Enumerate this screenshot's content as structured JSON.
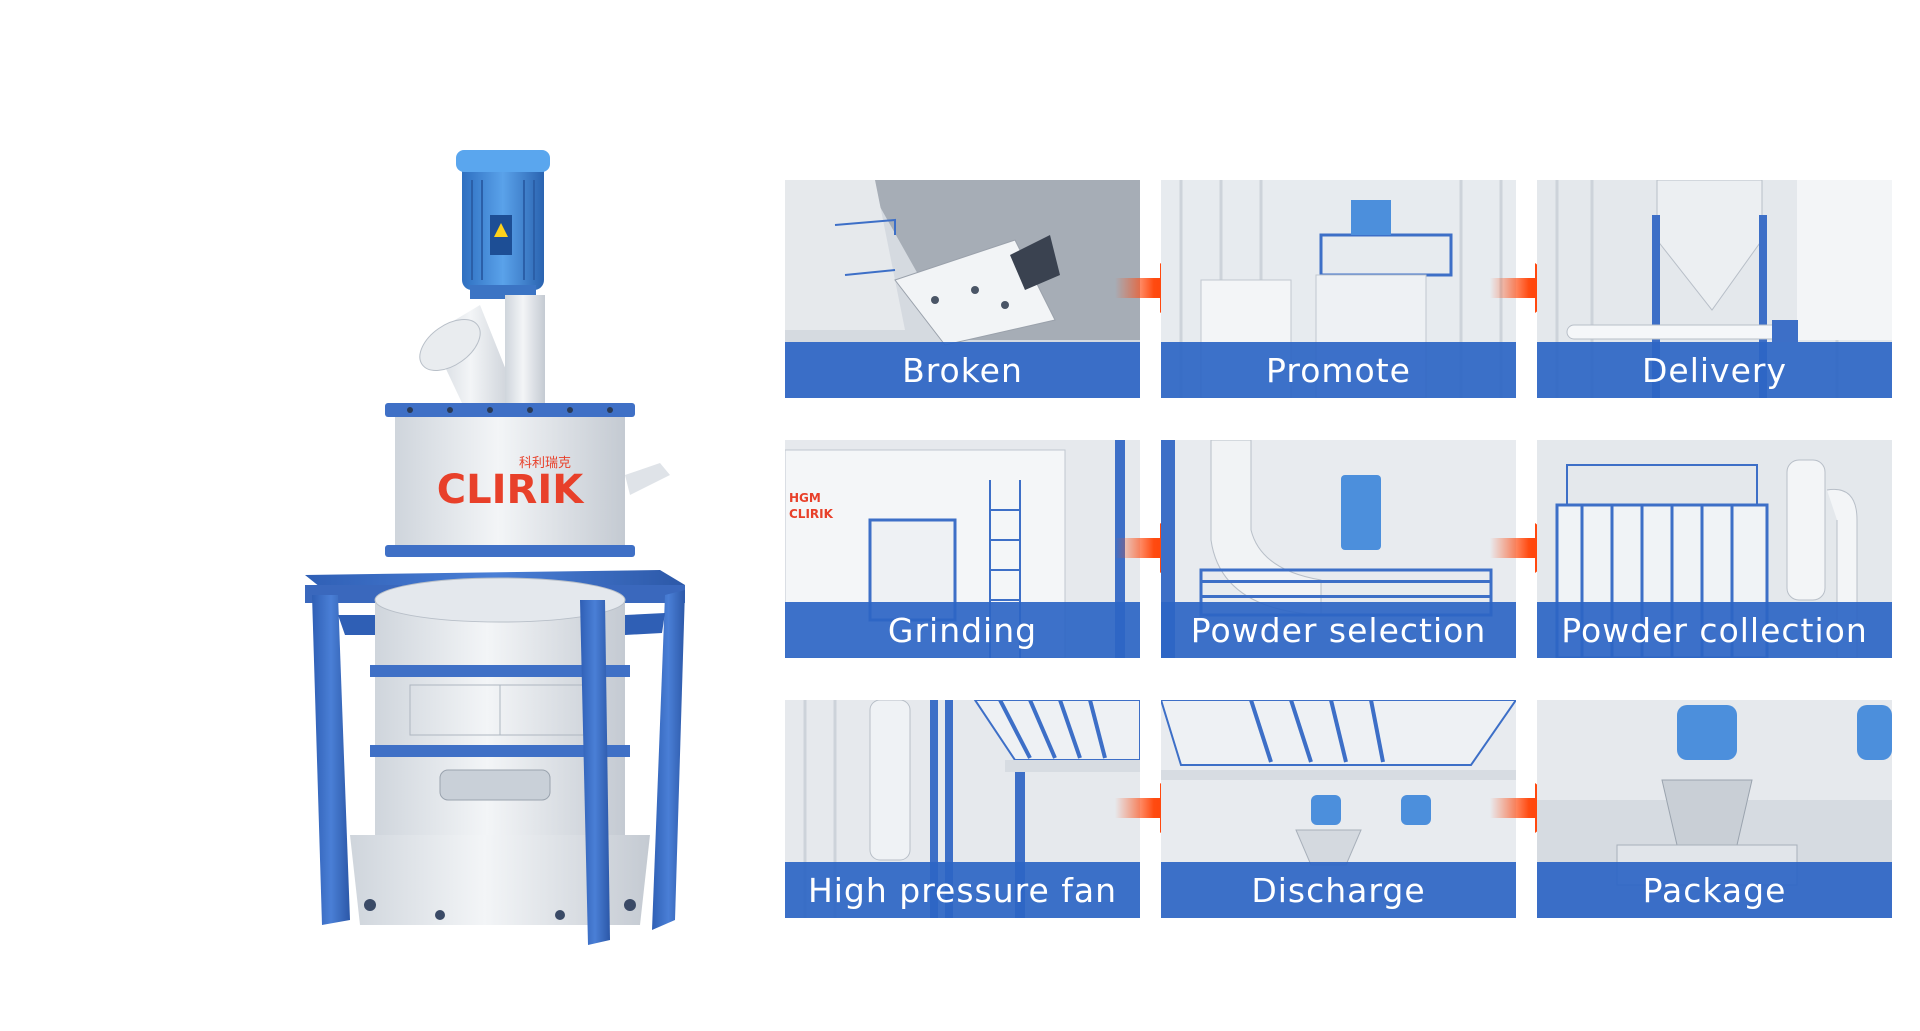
{
  "brand": {
    "logo_text": "CLIRIK",
    "logo_chinese": "科利瑞克",
    "tile_mark": "HGM",
    "tile_logo": "CLIRIK"
  },
  "steps": [
    {
      "label": "Broken"
    },
    {
      "label": "Promote"
    },
    {
      "label": "Delivery"
    },
    {
      "label": "Grinding"
    },
    {
      "label": "Powder selection"
    },
    {
      "label": "Powder collection"
    },
    {
      "label": "High pressure fan"
    },
    {
      "label": "Discharge"
    },
    {
      "label": "Package"
    }
  ],
  "colors": {
    "caption_blue": "#2c65c4",
    "machine_blue": "#3d6fc7",
    "motor_blue": "#4c8fdc",
    "arrow_orange": "#ff4a10",
    "logo_red": "#e8402a"
  }
}
